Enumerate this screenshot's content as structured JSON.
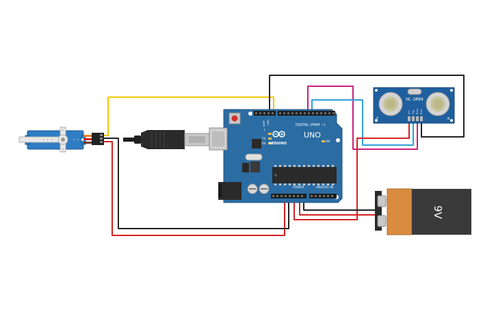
{
  "arduino": {
    "brand_label": "ARDUINO",
    "model_label": "UNO",
    "digital_label": "DIGITAL (PWM ~)",
    "power_label": "POWER",
    "analog_label": "ANALOG IN",
    "aref_label": "AREF",
    "gnd_label": "GND",
    "tx_label": "TX",
    "rx_label": "RX",
    "l_label": "L",
    "on_label": "ON"
  },
  "sensor": {
    "model_label": "HC-SR04",
    "vcc_label": "Vcc",
    "trig_label": "Trig",
    "echo_label": "Echo",
    "gnd_label": "Gnd",
    "t_label": "T",
    "r_label": "R"
  },
  "battery": {
    "voltage_label": "9V"
  },
  "colors": {
    "board": "#2b6ca3",
    "servo": "#2f7dc4",
    "wire_yellow": "#f0c800",
    "wire_red": "#d42020",
    "wire_black": "#222222",
    "wire_magenta": "#c8207e",
    "wire_blue": "#2ea0d8",
    "battery_body": "#3a3a3a",
    "battery_label": "#d98c3f"
  },
  "icons": [
    "servo-icon",
    "usb-cable-icon",
    "power-jack-icon",
    "reset-button-icon",
    "arduino-logo-icon",
    "ultrasonic-sensor-icon",
    "battery-icon"
  ]
}
